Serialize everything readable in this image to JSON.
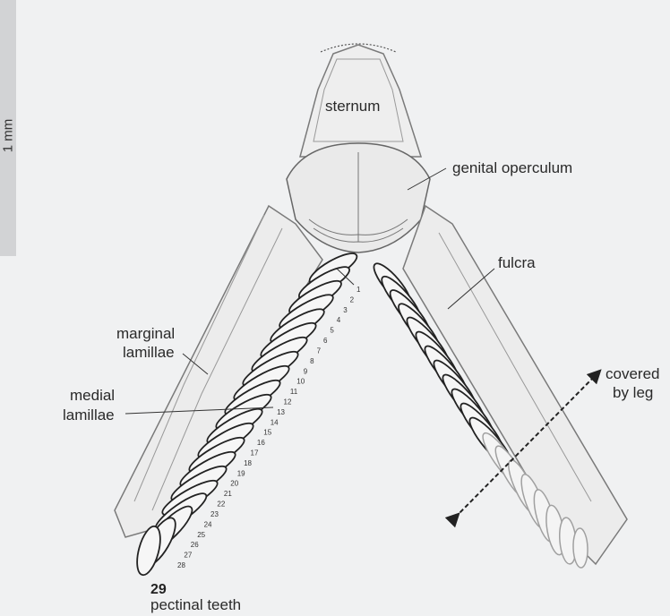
{
  "scale": {
    "label": "1 mm"
  },
  "labels": {
    "sternum": "sternum",
    "genital_operculum": "genital operculum",
    "fulcra": "fulcra",
    "marginal_1": "marginal",
    "marginal_2": "lamillae",
    "medial_1": "medial",
    "medial_2": "lamillae",
    "covered_1": "covered",
    "covered_2": "by leg",
    "tooth_count": "29",
    "pectinal_teeth": "pectinal teeth"
  },
  "tooth_numbers": [
    "1",
    "2",
    "3",
    "4",
    "5",
    "6",
    "7",
    "8",
    "9",
    "10",
    "11",
    "12",
    "13",
    "14",
    "15",
    "16",
    "17",
    "18",
    "19",
    "20",
    "21",
    "22",
    "23",
    "24",
    "25",
    "26",
    "27",
    "28"
  ],
  "colors": {
    "background": "#f0f1f2",
    "outline": "#7a7a7a",
    "teeth": "#222222",
    "faded_teeth": "#a0a0a0"
  }
}
